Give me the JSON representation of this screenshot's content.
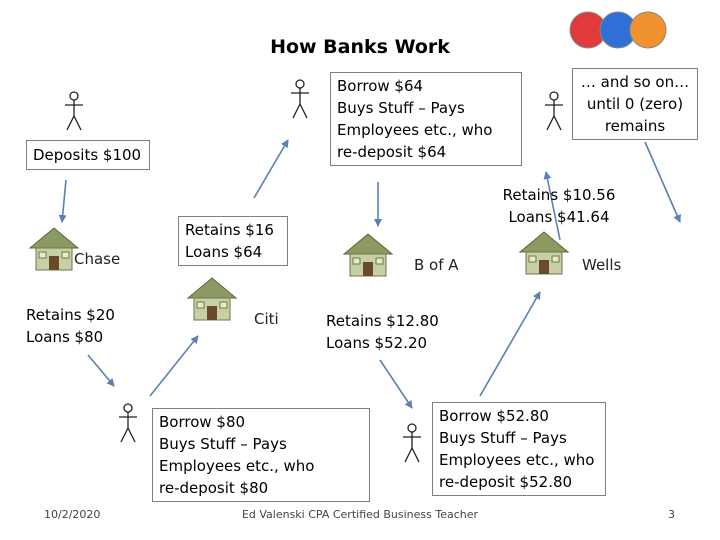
{
  "title": "How Banks Work",
  "logo_colors": [
    "#e03a3a",
    "#2f6fd6",
    "#f0922e"
  ],
  "arrow_color": "#5b80b3",
  "boxes": {
    "deposits": "Deposits  $100",
    "borrow64": [
      "Borrow  $64",
      "Buys Stuff – Pays",
      "Employees etc., who",
      "re-deposit $64"
    ],
    "and_so_on": [
      "… and so on…",
      "until 0 (zero)",
      "remains"
    ],
    "retains16": [
      "Retains  $16",
      "Loans  $64"
    ],
    "borrow80": [
      "Borrow  $80",
      "Buys Stuff – Pays",
      "Employees etc., who",
      "re-deposit $80"
    ],
    "borrow5280": [
      "Borrow  $52.80",
      "Buys Stuff – Pays",
      "Employees etc., who",
      "re-deposit $52.80"
    ]
  },
  "labels": {
    "retains1056": [
      "Retains  $10.56",
      "Loans  $41.64"
    ],
    "retains20": [
      "Retains  $20",
      "Loans  $80"
    ],
    "retains1280": [
      "Retains  $12.80",
      "Loans  $52.20"
    ]
  },
  "banks": {
    "chase": "Chase",
    "citi": "Citi",
    "bofa": "B of A",
    "wells": "Wells"
  },
  "footer": {
    "date": "10/2/2020",
    "author": "Ed Valenski CPA Certified Business Teacher",
    "page": "3"
  },
  "icons": [
    "person-icon",
    "money-house-icon",
    "arrow-icon"
  ]
}
